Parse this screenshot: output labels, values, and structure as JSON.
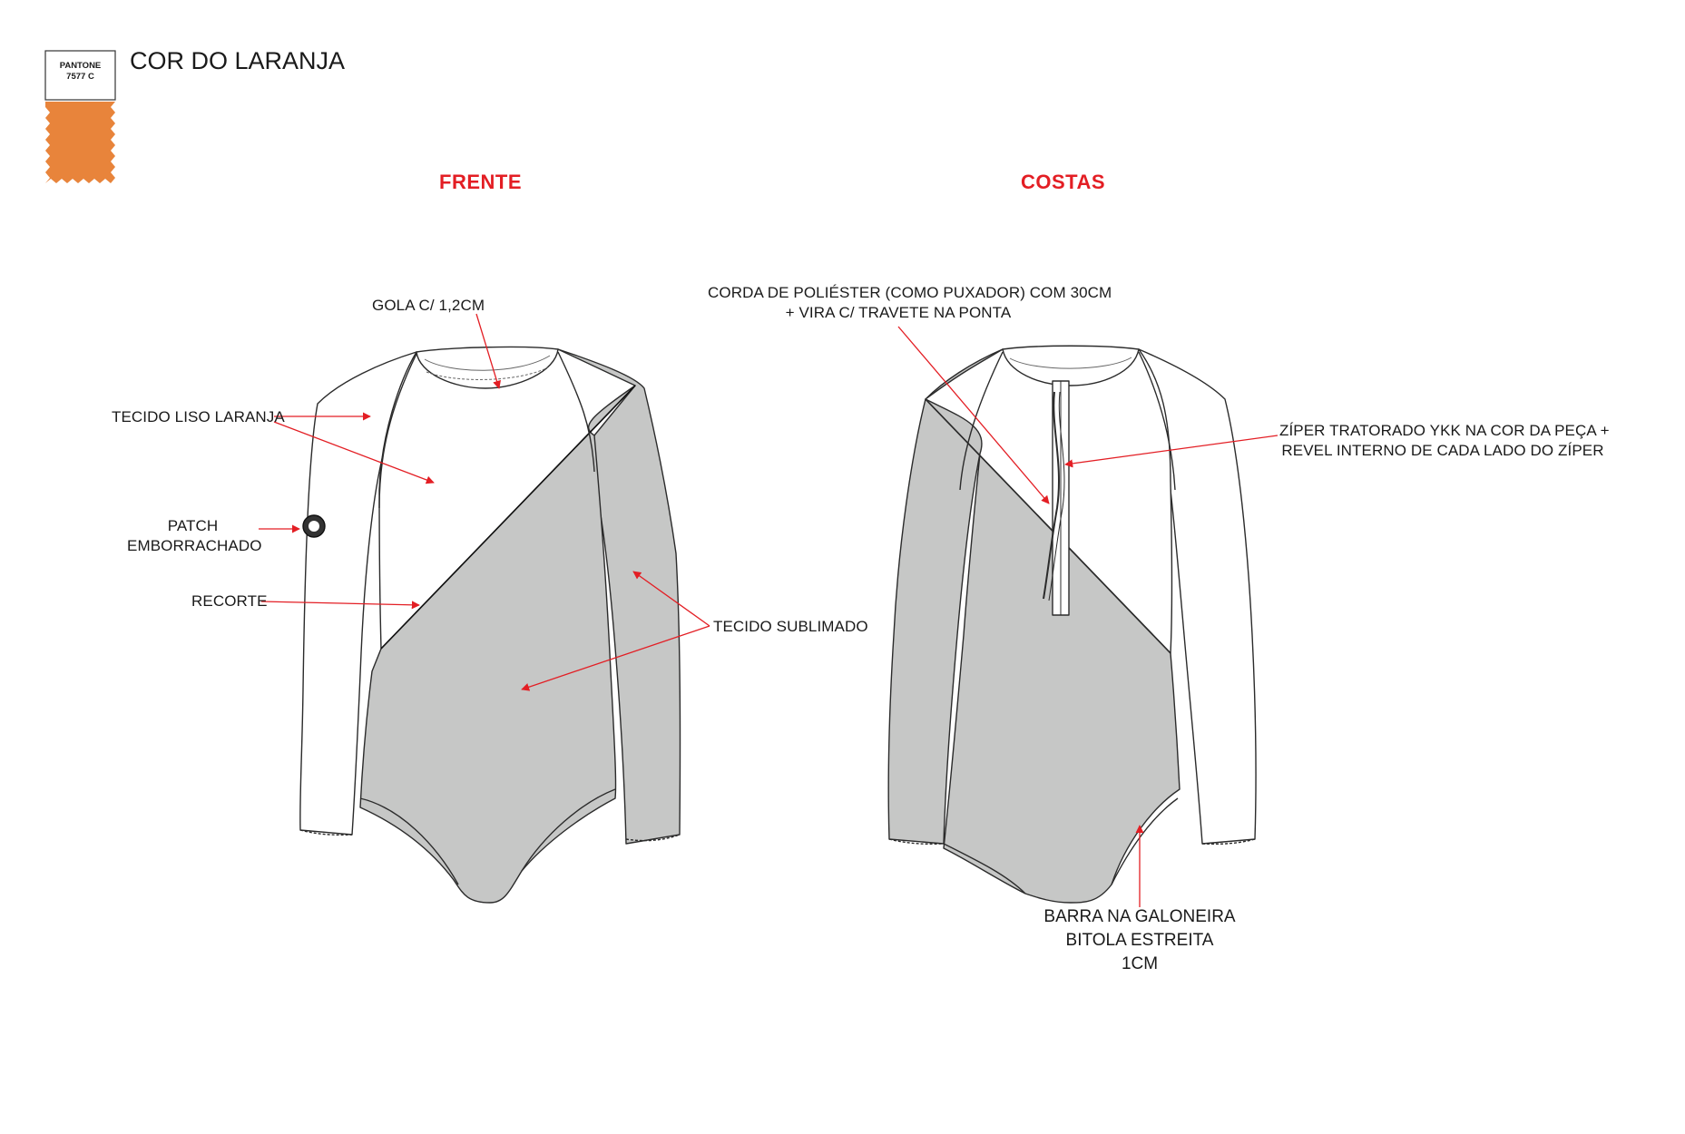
{
  "header": {
    "swatch": {
      "label_line1": "PANTONE",
      "label_line2": "7577 C",
      "color": "#E8843B"
    },
    "title": "COR DO LARANJA"
  },
  "views": {
    "front": {
      "title": "FRENTE",
      "title_color": "#E31E24"
    },
    "back": {
      "title": "COSTAS",
      "title_color": "#E31E24"
    }
  },
  "annotations": {
    "gola": "GOLA C/ 1,2CM",
    "tecido_liso": "TECIDO LISO LARANJA",
    "patch_line1": "PATCH",
    "patch_line2": "EMBORRACHADO",
    "recorte": "RECORTE",
    "tecido_sublimado": "TECIDO SUBLIMADO",
    "corda_line1": "CORDA DE POLIÉSTER (COMO PUXADOR) COM 30CM",
    "corda_line2": "+ VIRA C/ TRAVETE NA PONTA",
    "ziper_line1": "ZÍPER TRATORADO YKK NA COR DA PEÇA +",
    "ziper_line2": "REVEL INTERNO DE CADA LADO DO ZÍPER",
    "barra_line1": "BARRA NA GALONEIRA",
    "barra_line2": "BITOLA ESTREITA",
    "barra_line3": "1CM"
  },
  "colors": {
    "arrow": "#E31E24",
    "sublimated_fabric": "#C6C7C6",
    "plain_fabric": "#FFFFFF",
    "outline": "#2b2b2b"
  }
}
